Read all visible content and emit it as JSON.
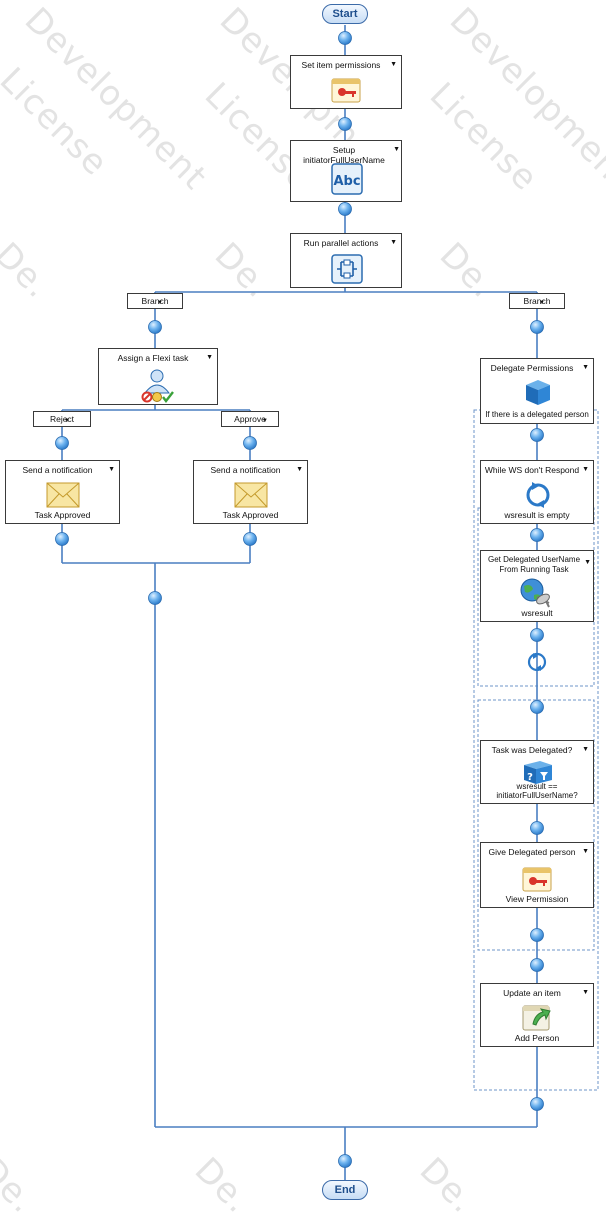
{
  "watermark": {
    "line1": "Development",
    "line2": "License",
    "short": "De."
  },
  "start_label": "Start",
  "end_label": "End",
  "actions": {
    "set_item_permissions": {
      "title": "Set item permissions",
      "icon": "key-permission-icon"
    },
    "setup_initiator": {
      "title": "Setup initiatorFullUserName",
      "icon": "abc-variable-icon"
    },
    "run_parallel": {
      "title": "Run parallel actions",
      "icon": "parallel-actions-icon"
    },
    "assign_flexi": {
      "title": "Assign a Flexi task",
      "icon": "flexi-task-icon"
    },
    "notify_reject": {
      "title": "Send a notification",
      "caption": "Task Approved",
      "icon": "envelope-icon"
    },
    "notify_approve": {
      "title": "Send a notification",
      "caption": "Task Approved",
      "icon": "envelope-icon"
    },
    "delegate_permissions": {
      "title": "Delegate Permissions",
      "caption": "If there is a delegated person",
      "icon": "blue-cube-icon"
    },
    "while_ws": {
      "title": "While WS don't Respond",
      "caption": "wsresult is empty",
      "icon": "loop-icon"
    },
    "get_delegated": {
      "title": "Get Delegated UserName From Running Task",
      "caption": "wsresult",
      "icon": "web-service-icon"
    },
    "task_delegated": {
      "title": "Task was Delegated?",
      "caption": "wsresult == initiatorFullUserName?",
      "icon": "condition-icon"
    },
    "give_delegated": {
      "title": "Give Delegated person",
      "caption": "View Permission",
      "icon": "key-permission-icon"
    },
    "update_item": {
      "title": "Update an item",
      "caption": "Add Person",
      "icon": "update-item-icon"
    }
  },
  "branches": {
    "left": "Branch",
    "right": "Branch"
  },
  "outcomes": {
    "reject": "Reject",
    "approve": "Approve"
  },
  "colors": {
    "connector": "#4a7fc1",
    "node_fill": "#5aa4e8",
    "pill_text": "#1e4e8c",
    "container_border": "#6e94c8"
  }
}
